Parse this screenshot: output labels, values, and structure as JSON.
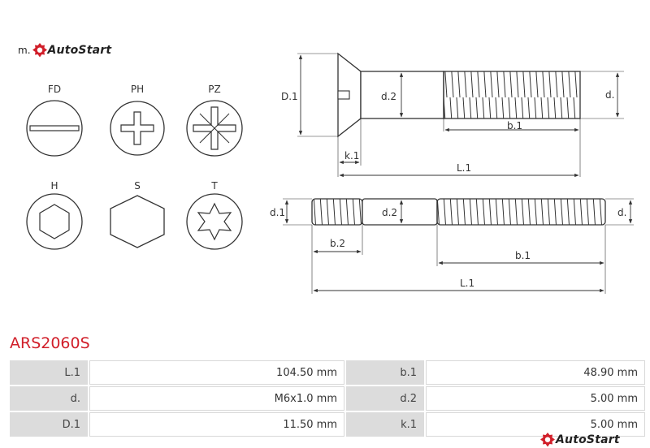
{
  "brand": {
    "prefix": "m.",
    "name": "AutoStart",
    "accent_color": "#d11f2a"
  },
  "head_types": [
    {
      "label": "FD",
      "icon": "slotted-drive-icon"
    },
    {
      "label": "PH",
      "icon": "phillips-drive-icon"
    },
    {
      "label": "PZ",
      "icon": "pozidriv-drive-icon"
    },
    {
      "label": "H",
      "icon": "hex-socket-drive-icon"
    },
    {
      "label": "S",
      "icon": "hex-head-icon"
    },
    {
      "label": "T",
      "icon": "torx-drive-icon"
    }
  ],
  "dimension_labels": {
    "top": {
      "D1": "D.1",
      "d2": "d.2",
      "d": "d.",
      "b1": "b.1",
      "k1": "k.1",
      "L1": "L.1"
    },
    "bottom": {
      "d1": "d.1",
      "d2": "d.2",
      "d": "d.",
      "b2": "b.2",
      "b1": "b.1",
      "L1": "L.1"
    }
  },
  "part_number": "ARS2060S",
  "specs": [
    {
      "k1": "L.1",
      "v1": "104.50 mm",
      "k2": "b.1",
      "v2": "48.90 mm"
    },
    {
      "k1": "d.",
      "v1": "M6x1.0 mm",
      "k2": "d.2",
      "v2": "5.00 mm"
    },
    {
      "k1": "D.1",
      "v1": "11.50 mm",
      "k2": "k.1",
      "v2": "5.00 mm"
    }
  ]
}
